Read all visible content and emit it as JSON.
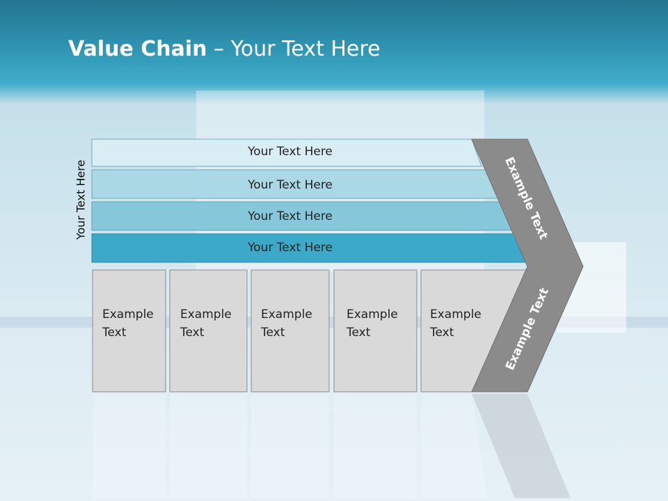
{
  "title": {
    "bold": "Value Chain",
    "rest": " – Your Text Here"
  },
  "side_label": "Your Text Here",
  "bars": [
    {
      "label": "Your Text Here",
      "color": "#d9edf4"
    },
    {
      "label": "Your Text Here",
      "color": "#aad8e5"
    },
    {
      "label": "Your Text Here",
      "color": "#86c7da"
    },
    {
      "label": "Your Text Here",
      "color": "#3ca9c8"
    }
  ],
  "boxes": [
    {
      "line1": "Example",
      "line2": "Text"
    },
    {
      "line1": "Example",
      "line2": "Text"
    },
    {
      "line1": "Example",
      "line2": "Text"
    },
    {
      "line1": "Example",
      "line2": "Text"
    },
    {
      "line1": "Example",
      "line2": "Text"
    }
  ],
  "arrow": {
    "upper_label": "Example Text",
    "lower_label": "Example Text",
    "color": "#8b8b8b"
  },
  "colors": {
    "title_bar": "#2f94b2",
    "box_fill": "#d9d9d9",
    "box_stroke": "#8a8a8a"
  }
}
